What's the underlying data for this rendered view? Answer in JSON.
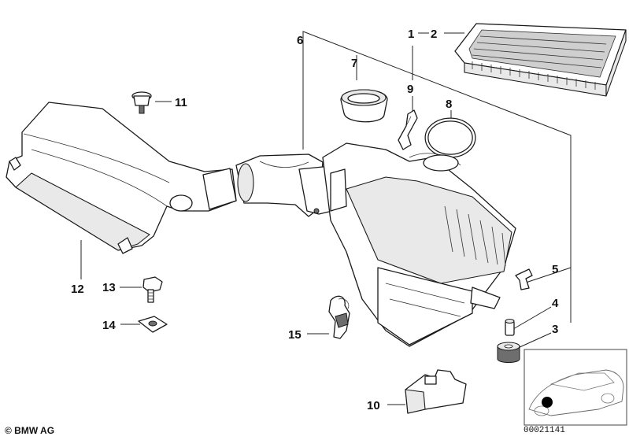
{
  "callouts": {
    "c1": "1",
    "c2": "2",
    "c3": "3",
    "c4": "4",
    "c5": "5",
    "c6": "6",
    "c7": "7",
    "c8": "8",
    "c9": "9",
    "c10": "10",
    "c11": "11",
    "c12": "12",
    "c13": "13",
    "c14": "14",
    "c15": "15"
  },
  "footer": {
    "copyright": "© BMW AG",
    "reference": "00021141"
  }
}
